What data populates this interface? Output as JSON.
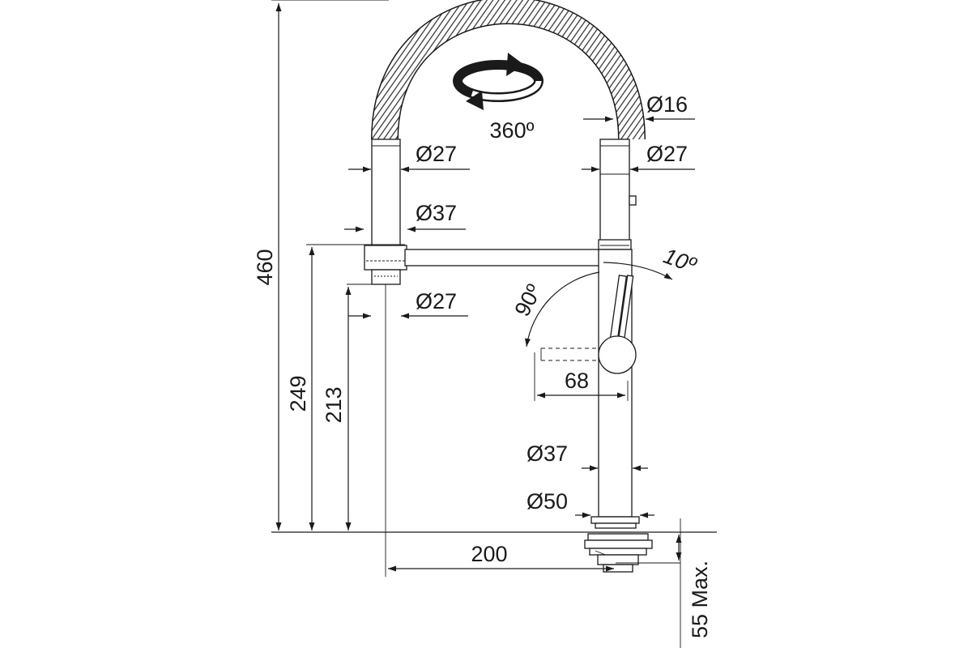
{
  "dimensions": {
    "total_height": "460",
    "spout_height": "249",
    "outlet_height": "213",
    "reach": "200",
    "lever_length": "68",
    "max_thickness": "55 Max."
  },
  "diameters": {
    "hose": "Ø16",
    "spray_head": "Ø27",
    "holder": "Ø27",
    "collar": "Ø37",
    "outlet": "Ø27",
    "body": "Ø37",
    "base": "Ø50"
  },
  "angles": {
    "swivel": "360º",
    "lever_rotation": "90º",
    "lever_tilt": "10º"
  },
  "icons": {
    "swivel_arrow": "rotate-360-icon"
  }
}
